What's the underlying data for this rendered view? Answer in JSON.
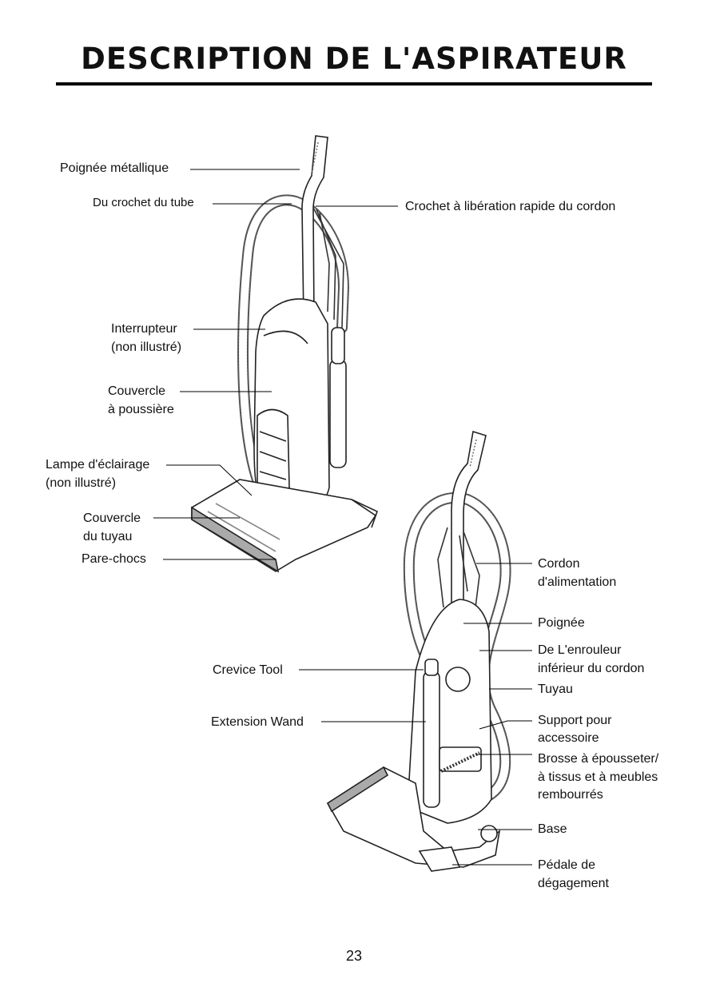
{
  "title": "DESCRIPTION DE L'ASPIRATEUR",
  "page_number": "23",
  "labels": {
    "metal_handle": "Poignée métallique",
    "tube_hook": "Du crochet du tube",
    "quick_release": "Crochet à libération rapide du cordon",
    "switch": "Interrupteur",
    "switch_note": "(non illustré)",
    "dust_cover_1": "Couvercle",
    "dust_cover_2": "à poussière",
    "lamp": "Lampe d'éclairage",
    "lamp_note": "(non illustré)",
    "hose_cover_1": "Couvercle",
    "hose_cover_2": "du tuyau",
    "bumper": "Pare-chocs",
    "power_cord_1": "Cordon",
    "power_cord_2": "d'alimentation",
    "handle": "Poignée",
    "cord_wrap_1": "De L'enrouleur",
    "cord_wrap_2": "inférieur du cordon",
    "hose": "Tuyau",
    "crevice_tool": "Crevice Tool",
    "tool_holder_1": "Support pour",
    "tool_holder_2": "accessoire",
    "extension_wand": "Extension Wand",
    "brush_1": "Brosse à épousseter/",
    "brush_2": "à tissus et à meubles",
    "brush_3": "rembourrés",
    "base": "Base",
    "pedal_1": "Pédale de",
    "pedal_2": "dégagement"
  }
}
